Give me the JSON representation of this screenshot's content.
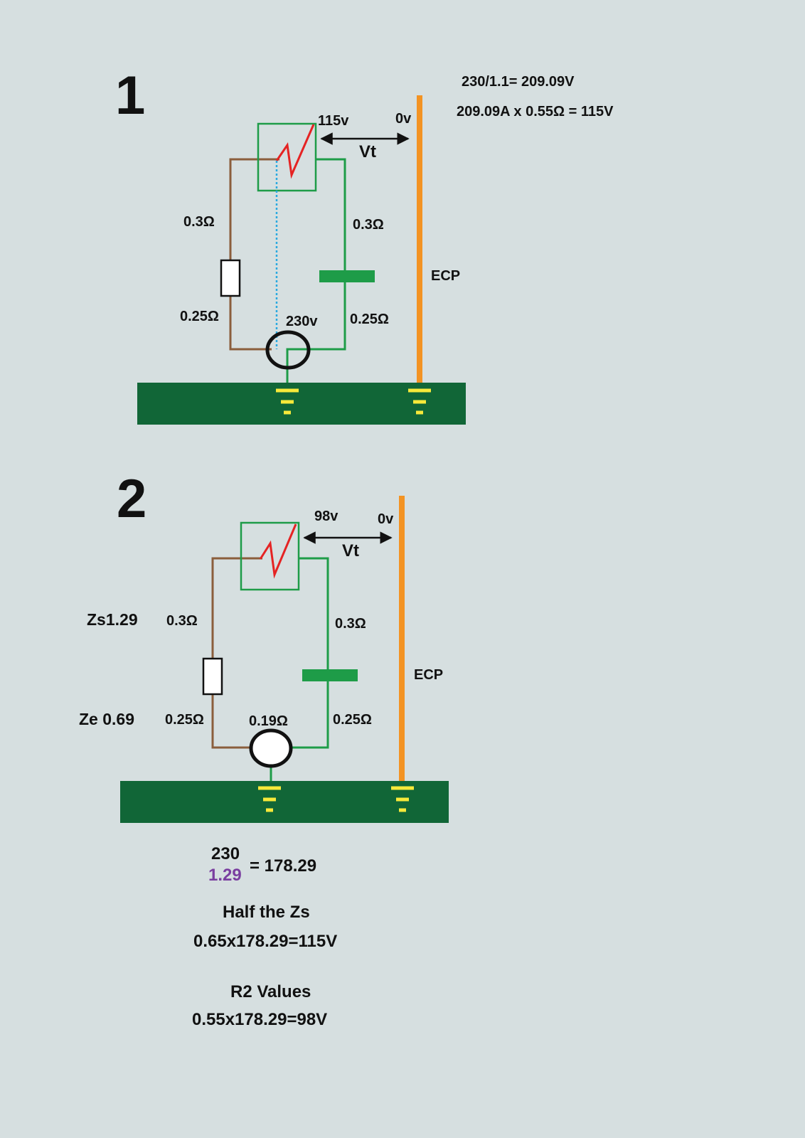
{
  "colors": {
    "background": "#d6dfe0",
    "ground_block": "#116637",
    "earth_symbol": "#f7e93a",
    "ecp_bar": "#f39323",
    "phase_wire": "#8b5e3c",
    "cpc_wire": "#1e9c48",
    "fault_zigzag": "#e52323",
    "dotted_link": "#2aa9e0",
    "purple_text": "#7a3ea0"
  },
  "diagram1": {
    "number": "1",
    "fault_voltage": "115v",
    "zero_voltage": "0v",
    "vt_label": "Vt",
    "phase_upper_resistance": "0.3Ω",
    "phase_lower_resistance": "0.25Ω",
    "cpc_upper_resistance": "0.3Ω",
    "cpc_lower_resistance": "0.25Ω",
    "source_voltage": "230v",
    "ecp_label": "ECP",
    "calc_line1": "230/1.1= 209.09V",
    "calc_line2": "209.09A x 0.55Ω = 115V"
  },
  "diagram2": {
    "number": "2",
    "fault_voltage": "98v",
    "zero_voltage": "0v",
    "vt_label": "Vt",
    "zs_label": "Zs1.29",
    "ze_label": "Ze 0.69",
    "phase_upper_resistance": "0.3Ω",
    "phase_lower_resistance": "0.25Ω",
    "cpc_upper_resistance": "0.3Ω",
    "cpc_lower_resistance": "0.25Ω",
    "source_resistance": "0.19Ω",
    "ecp_label": "ECP"
  },
  "calculation": {
    "numerator": "230",
    "denominator": "1.29",
    "result": "= 178.29",
    "half_heading": "Half the Zs",
    "half_formula": "0.65x178.29=115V",
    "r2_heading": "R2 Values",
    "r2_formula": "0.55x178.29=98V"
  }
}
